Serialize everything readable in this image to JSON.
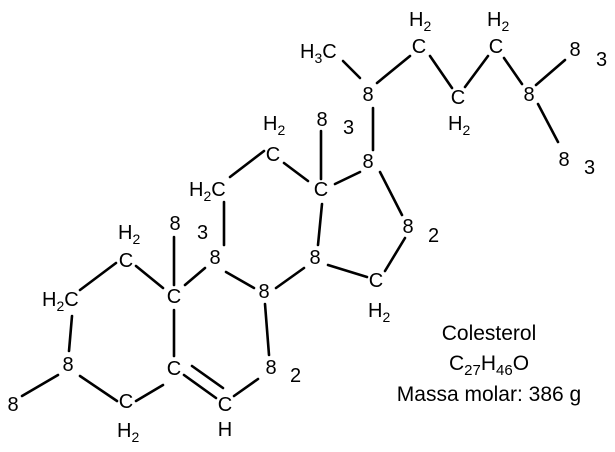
{
  "caption": {
    "name": "Colesterol",
    "formula": [
      "C",
      "27",
      "H",
      "46",
      "O"
    ],
    "molar_mass": "Massa molar: 386 g"
  },
  "atom_glyphs": {
    "carbon": "C",
    "hydrogen": "H",
    "overlap": "8"
  },
  "atom_labels": {
    "h3c": [
      "H",
      "3",
      "C"
    ],
    "h2c": [
      "H",
      "2",
      "C"
    ],
    "h2": [
      "H",
      "2"
    ],
    "h": "H",
    "c": "C",
    "digit_2": "2",
    "digit_3": "3"
  }
}
